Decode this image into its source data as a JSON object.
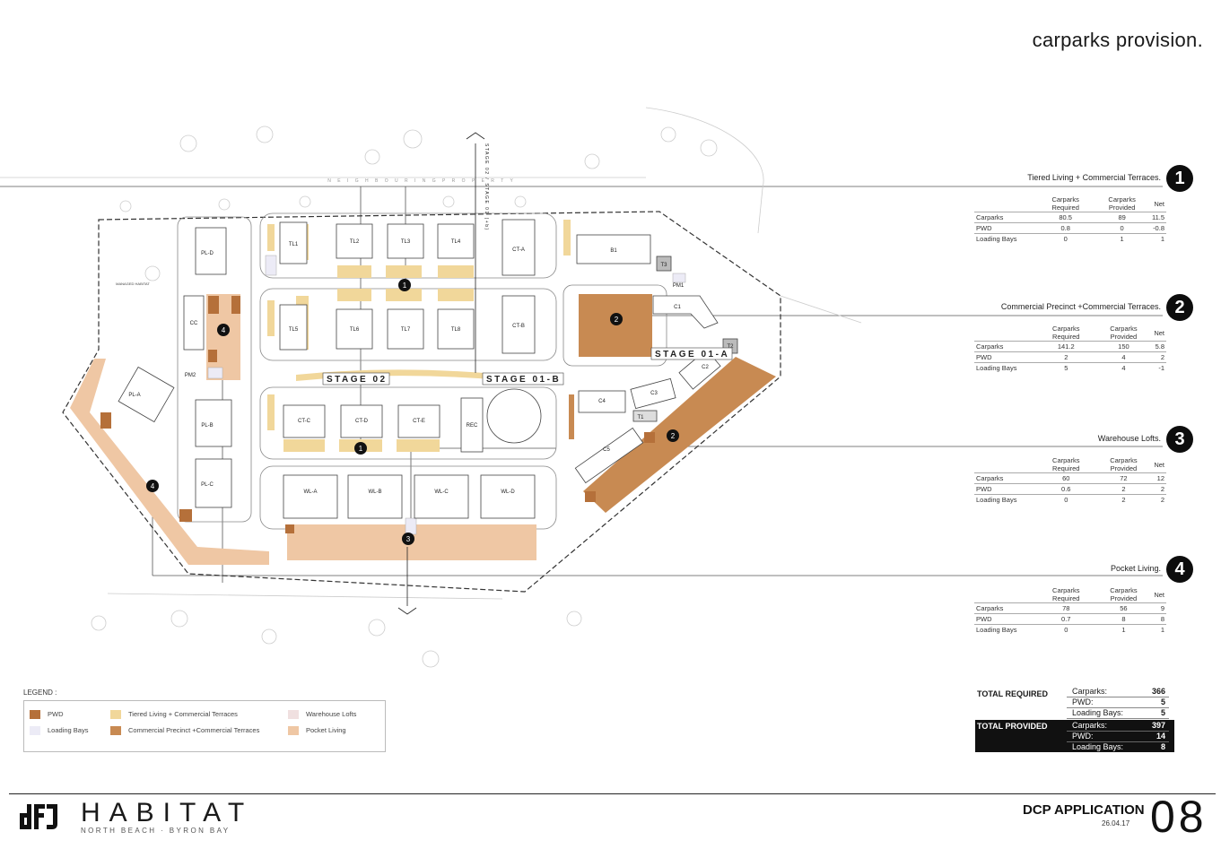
{
  "page_title": "carparks provision.",
  "plan": {
    "stage_labels": [
      "STAGE 02",
      "STAGE 01-B",
      "STAGE 01-A"
    ],
    "section_line_label": "STAGE 02 / STAGE 01 (+b)",
    "road_label": "N E I G H B O U R I N G   P R O P E R T Y",
    "habitat_label": "MANAGED HABITAT",
    "buildings": [
      "TL1",
      "TL2",
      "TL3",
      "TL4",
      "TL5",
      "TL6",
      "TL7",
      "TL8",
      "CT-A",
      "CT-B",
      "CT-C",
      "CT-D",
      "CT-E",
      "WL-A",
      "WL-B",
      "WL-C",
      "WL-D",
      "PL-A",
      "PL-B",
      "PL-C",
      "PL-D",
      "B1",
      "C1",
      "C2",
      "C3",
      "C4",
      "C5",
      "T1",
      "T2",
      "T3",
      "REC",
      "CC",
      "PM1",
      "PM2"
    ],
    "markers": [
      "1",
      "1",
      "2",
      "2",
      "3",
      "4",
      "4"
    ]
  },
  "sections": [
    {
      "number": "1",
      "title": "Tiered Living + Commercial Terraces.",
      "headers": [
        "",
        "Carparks Required",
        "Carparks Provided",
        "Net"
      ],
      "rows": [
        [
          "Carparks",
          "80.5",
          "89",
          "11.5"
        ],
        [
          "PWD",
          "0.8",
          "0",
          "-0.8"
        ],
        [
          "Loading Bays",
          "0",
          "1",
          "1"
        ]
      ]
    },
    {
      "number": "2",
      "title": "Commercial Precinct +Commercial Terraces.",
      "headers": [
        "",
        "Carparks Required",
        "Carparks Provided",
        "Net"
      ],
      "rows": [
        [
          "Carparks",
          "141.2",
          "150",
          "5.8"
        ],
        [
          "PWD",
          "2",
          "4",
          "2"
        ],
        [
          "Loading Bays",
          "5",
          "4",
          "-1"
        ]
      ]
    },
    {
      "number": "3",
      "title": "Warehouse Lofts.",
      "headers": [
        "",
        "Carparks Required",
        "Carparks Provided",
        "Net"
      ],
      "rows": [
        [
          "Carparks",
          "60",
          "72",
          "12"
        ],
        [
          "PWD",
          "0.6",
          "2",
          "2"
        ],
        [
          "Loading Bays",
          "0",
          "2",
          "2"
        ]
      ]
    },
    {
      "number": "4",
      "title": "Pocket Living.",
      "headers": [
        "",
        "Carparks Required",
        "Carparks Provided",
        "Net"
      ],
      "rows": [
        [
          "Carparks",
          "78",
          "56",
          "9"
        ],
        [
          "PWD",
          "0.7",
          "8",
          "8"
        ],
        [
          "Loading Bays",
          "0",
          "1",
          "1"
        ]
      ]
    }
  ],
  "totals": {
    "required_label": "TOTAL REQUIRED",
    "required": [
      {
        "label": "Carparks:",
        "value": "366"
      },
      {
        "label": "PWD:",
        "value": "5"
      },
      {
        "label": "Loading Bays:",
        "value": "5"
      }
    ],
    "provided_label": "TOTAL PROVIDED",
    "provided": [
      {
        "label": "Carparks:",
        "value": "397"
      },
      {
        "label": "PWD:",
        "value": "14"
      },
      {
        "label": "Loading Bays:",
        "value": "8"
      }
    ]
  },
  "legend": {
    "title": "LEGEND :",
    "items": [
      {
        "label": "PWD",
        "color": "#b5703a"
      },
      {
        "label": "Loading Bays",
        "color": "#ecebf6"
      },
      {
        "label": "Tiered Living + Commercial Terraces",
        "color": "#f1d79a"
      },
      {
        "label": "Commercial Precinct +Commercial Terraces",
        "color": "#c88a52"
      },
      {
        "label": "Warehouse Lofts",
        "color": "#f0e0e0"
      },
      {
        "label": "Pocket Living",
        "color": "#efc7a4"
      }
    ]
  },
  "footer": {
    "logo_icon": "dfj-logo-icon",
    "brand": "HABITAT",
    "brand_sub": "NORTH BEACH · BYRON BAY",
    "application": "DCP APPLICATION",
    "date": "26.04.17",
    "page_number": "08"
  }
}
